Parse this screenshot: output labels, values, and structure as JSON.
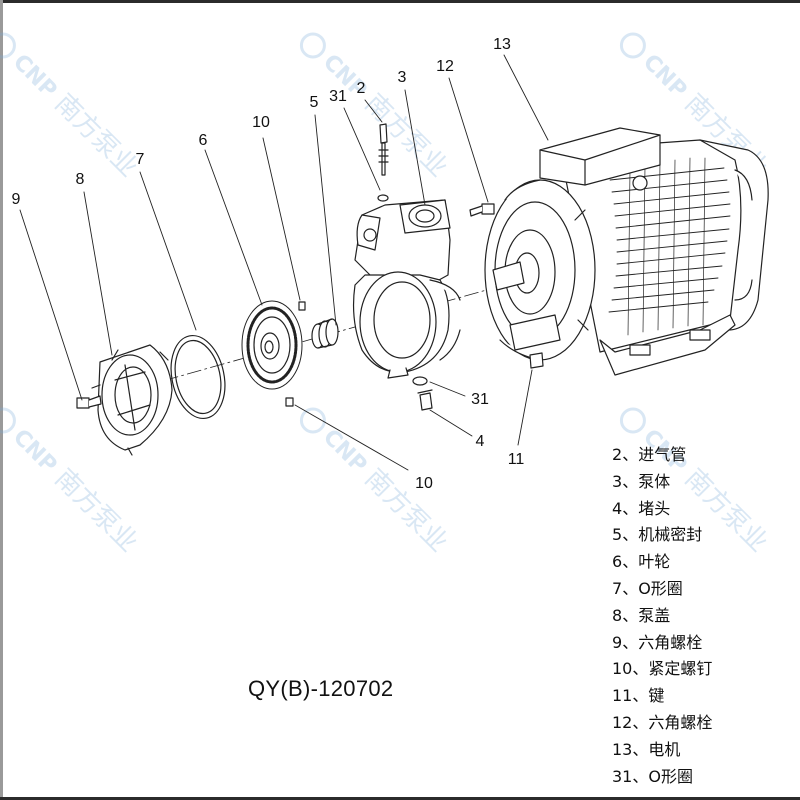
{
  "watermark": {
    "brand": "CNP",
    "name": "南方泵业"
  },
  "callouts": [
    {
      "id": "c9",
      "label": "9"
    },
    {
      "id": "c8",
      "label": "8"
    },
    {
      "id": "c7",
      "label": "7"
    },
    {
      "id": "c6",
      "label": "6"
    },
    {
      "id": "c10a",
      "label": "10"
    },
    {
      "id": "c5",
      "label": "5"
    },
    {
      "id": "c31a",
      "label": "31"
    },
    {
      "id": "c2",
      "label": "2"
    },
    {
      "id": "c3",
      "label": "3"
    },
    {
      "id": "c12",
      "label": "12"
    },
    {
      "id": "c13",
      "label": "13"
    },
    {
      "id": "c31b",
      "label": "31"
    },
    {
      "id": "c4",
      "label": "4"
    },
    {
      "id": "c10b",
      "label": "10"
    },
    {
      "id": "c11",
      "label": "11"
    }
  ],
  "model_code": "QY(B)-120702",
  "legend": [
    {
      "num": "2",
      "name": "进气管"
    },
    {
      "num": "3",
      "name": "泵体"
    },
    {
      "num": "4",
      "name": "堵头"
    },
    {
      "num": "5",
      "name": "机械密封"
    },
    {
      "num": "6",
      "name": "叶轮"
    },
    {
      "num": "7",
      "name": "O形圈"
    },
    {
      "num": "8",
      "name": "泵盖"
    },
    {
      "num": "9",
      "name": "六角螺栓"
    },
    {
      "num": "10",
      "name": "紧定螺钉"
    },
    {
      "num": "11",
      "name": "键"
    },
    {
      "num": "12",
      "name": "六角螺栓"
    },
    {
      "num": "13",
      "name": "电机"
    },
    {
      "num": "31",
      "name": "O形圈"
    }
  ]
}
